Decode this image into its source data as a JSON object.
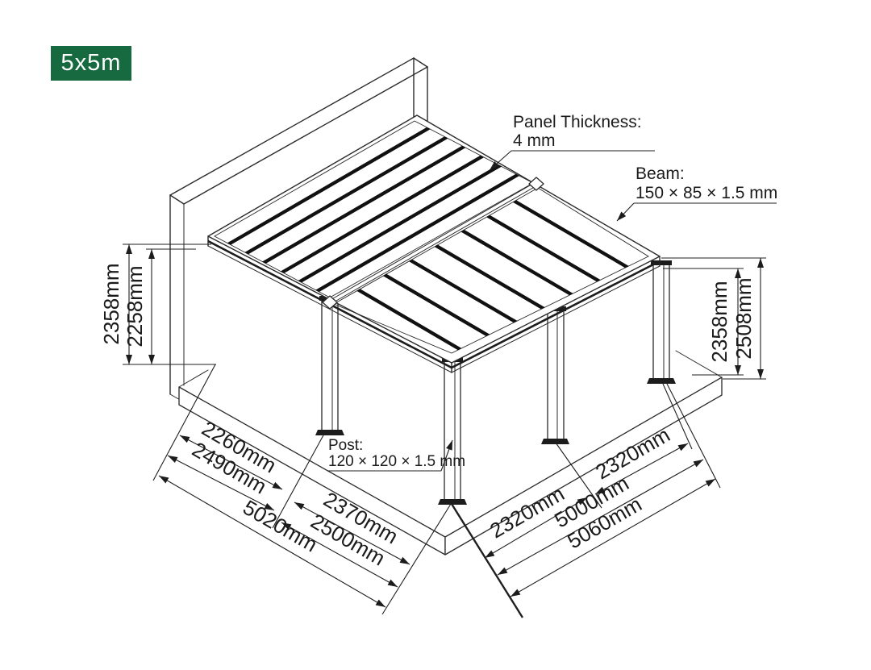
{
  "badge": {
    "label": "5x5m"
  },
  "colors": {
    "badge_bg": "#17693f",
    "badge_text": "#ffffff",
    "line": "#2a2a2a",
    "dim_text": "#1b1b1b"
  },
  "callouts": {
    "panel_thickness": {
      "title": "Panel Thickness:",
      "value": "4 mm"
    },
    "beam": {
      "title": "Beam:",
      "value": "150 × 85 × 1.5 mm"
    },
    "post": {
      "title": "Post:",
      "value": "120 × 120 × 1.5 mm"
    }
  },
  "dimensions": {
    "wall_height_outer": "2358mm",
    "wall_height_inner": "2258mm",
    "front_height_inner": "2358mm",
    "front_height_outer": "2508mm",
    "left_bay_inner": "2260mm",
    "left_bay_outer": "2490mm",
    "left_total": "5020mm",
    "left_bay2_inner": "2370mm",
    "left_bay2_outer": "2500mm",
    "right_bay_rear": "2320mm",
    "right_bay_front": "2320mm",
    "right_span": "5000mm",
    "right_total": "5060mm"
  }
}
